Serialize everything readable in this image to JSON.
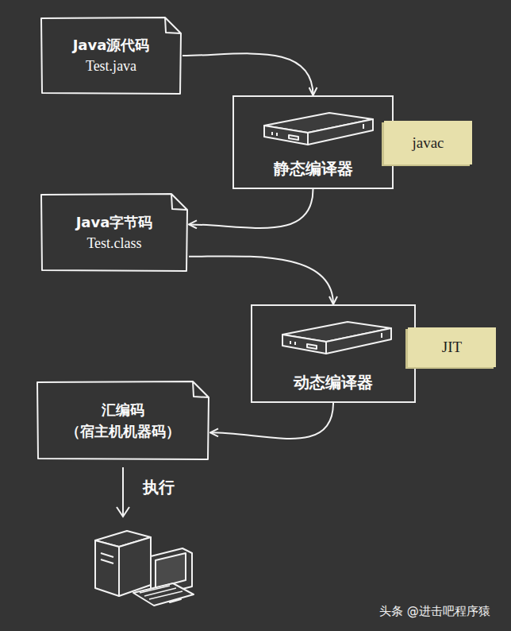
{
  "diagram": {
    "nodes": [
      {
        "text": [
          "Java源代码",
          "Test.java"
        ]
      },
      {
        "text": [
          "静态编译器"
        ]
      },
      {
        "text": [
          "javac"
        ]
      },
      {
        "text": [
          "Java字节码",
          "Test.class"
        ]
      },
      {
        "text": [
          "动态编译器"
        ]
      },
      {
        "text": [
          "JIT"
        ]
      },
      {
        "text": [
          "汇编码",
          "（宿主机机器码）"
        ]
      }
    ],
    "edges": [
      {
        "from": 0,
        "to": 1,
        "arrow": "to"
      },
      {
        "from": 1,
        "to": 3,
        "arrow": "to"
      },
      {
        "from": 3,
        "to": 4,
        "arrow": "to"
      },
      {
        "from": 4,
        "to": 6,
        "arrow": "to"
      }
    ],
    "labels": [
      "执行",
      "头条 @进击吧程序猿"
    ]
  }
}
